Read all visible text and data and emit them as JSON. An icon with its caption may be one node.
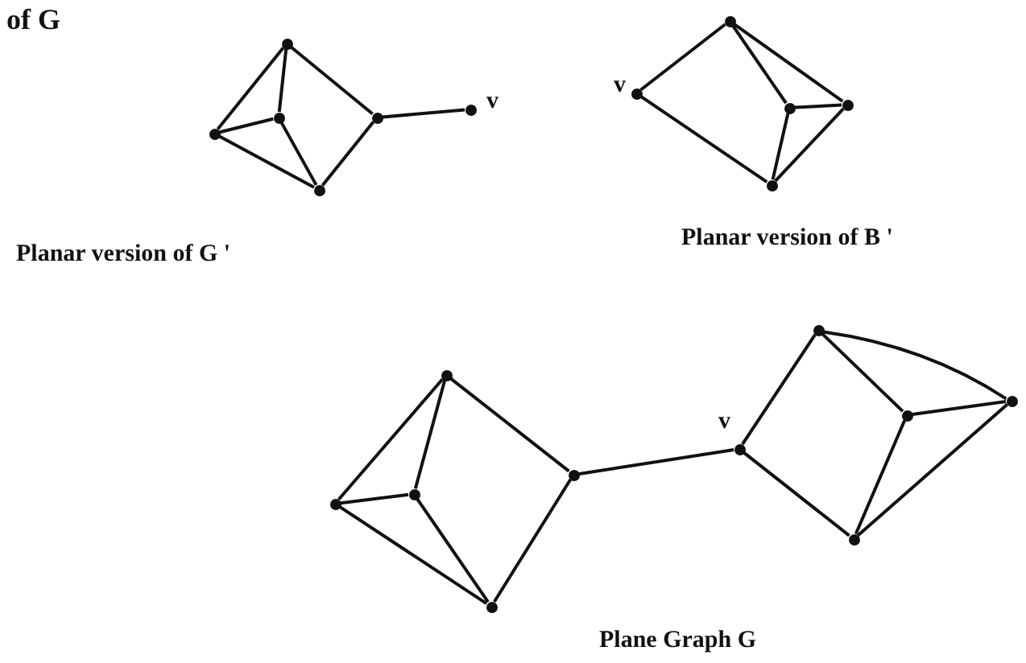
{
  "diagram": {
    "nodes": [
      {
        "text": [],
        "shape": "circle"
      },
      {
        "text": [],
        "shape": "circle"
      },
      {
        "text": [],
        "shape": "circle"
      },
      {
        "text": [],
        "shape": "circle"
      },
      {
        "text": [],
        "shape": "circle"
      },
      {
        "text": [],
        "shape": "circle",
        "beside": [
          "v"
        ]
      },
      {
        "text": [],
        "shape": "circle",
        "beside": [
          "v"
        ]
      },
      {
        "text": [],
        "shape": "circle"
      },
      {
        "text": [],
        "shape": "circle"
      },
      {
        "text": [],
        "shape": "circle"
      },
      {
        "text": [],
        "shape": "circle"
      },
      {
        "text": [],
        "shape": "circle"
      },
      {
        "text": [],
        "shape": "circle"
      },
      {
        "text": [],
        "shape": "circle"
      },
      {
        "text": [],
        "shape": "circle"
      },
      {
        "text": [],
        "shape": "circle"
      },
      {
        "text": [],
        "shape": "circle"
      },
      {
        "text": [],
        "shape": "circle",
        "beside": [
          "v"
        ]
      },
      {
        "text": [],
        "shape": "circle"
      },
      {
        "text": [],
        "shape": "circle"
      },
      {
        "text": [],
        "shape": "circle"
      }
    ],
    "edges": [
      {
        "from": 0,
        "to": 1,
        "arrow": "none"
      },
      {
        "from": 0,
        "to": 2,
        "arrow": "none"
      },
      {
        "from": 0,
        "to": 4,
        "arrow": "none"
      },
      {
        "from": 1,
        "to": 2,
        "arrow": "none"
      },
      {
        "from": 1,
        "to": 3,
        "arrow": "none"
      },
      {
        "from": 2,
        "to": 3,
        "arrow": "none"
      },
      {
        "from": 3,
        "to": 4,
        "arrow": "none"
      },
      {
        "from": 4,
        "to": 5,
        "arrow": "none"
      },
      {
        "from": 7,
        "to": 6,
        "arrow": "none"
      },
      {
        "from": 6,
        "to": 10,
        "arrow": "none"
      },
      {
        "from": 7,
        "to": 8,
        "arrow": "none"
      },
      {
        "from": 7,
        "to": 9,
        "arrow": "none"
      },
      {
        "from": 8,
        "to": 9,
        "arrow": "none"
      },
      {
        "from": 8,
        "to": 10,
        "arrow": "none"
      },
      {
        "from": 10,
        "to": 9,
        "arrow": "none"
      },
      {
        "from": 11,
        "to": 12,
        "arrow": "none"
      },
      {
        "from": 11,
        "to": 13,
        "arrow": "none"
      },
      {
        "from": 11,
        "to": 15,
        "arrow": "none"
      },
      {
        "from": 12,
        "to": 13,
        "arrow": "none"
      },
      {
        "from": 12,
        "to": 14,
        "arrow": "none"
      },
      {
        "from": 13,
        "to": 14,
        "arrow": "none"
      },
      {
        "from": 14,
        "to": 15,
        "arrow": "none"
      },
      {
        "from": 15,
        "to": 17,
        "arrow": "none"
      },
      {
        "from": 17,
        "to": 16,
        "arrow": "none"
      },
      {
        "from": 17,
        "to": 20,
        "arrow": "none"
      },
      {
        "from": 16,
        "to": 18,
        "arrow": "none"
      },
      {
        "from": 16,
        "to": 19,
        "arrow": "none"
      },
      {
        "from": 18,
        "to": 19,
        "arrow": "none"
      },
      {
        "from": 18,
        "to": 20,
        "arrow": "none"
      },
      {
        "from": 20,
        "to": 19,
        "arrow": "none"
      }
    ],
    "labels": [
      "of G",
      "Planar version of G '",
      "Planar version of B '",
      "Plane Graph G"
    ]
  }
}
